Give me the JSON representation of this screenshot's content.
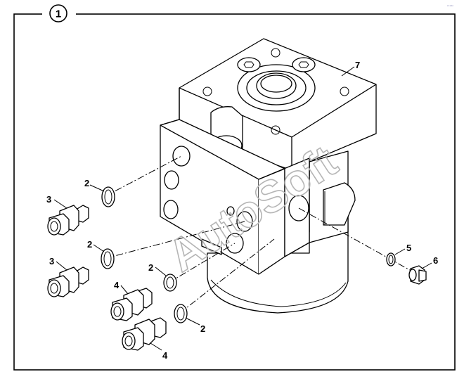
{
  "frame": {
    "figure_number": "1"
  },
  "watermark": "AutoSoft",
  "corner_mark": "ᵃᵗ ᵃᵘᵗᵒ",
  "callouts": {
    "c2a": "2",
    "c2b": "2",
    "c2c": "2",
    "c2d": "2",
    "c3a": "3",
    "c3b": "3",
    "c4a": "4",
    "c4b": "4",
    "c5": "5",
    "c6": "6",
    "c7": "7"
  }
}
